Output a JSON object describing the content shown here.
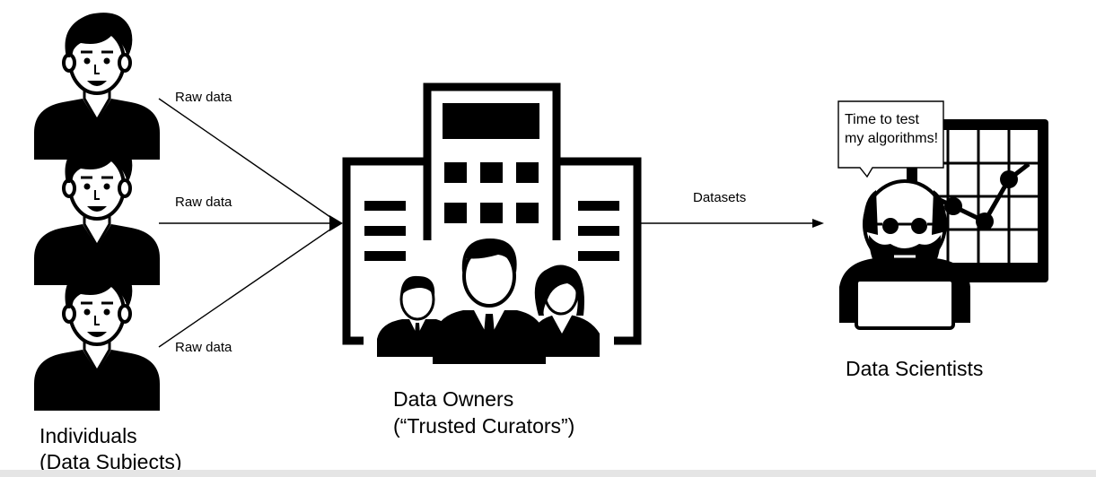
{
  "arrows": {
    "raw_data_top": "Raw data",
    "raw_data_middle": "Raw data",
    "raw_data_bottom": "Raw data",
    "datasets": "Datasets"
  },
  "individuals": {
    "label_line1": "Individuals",
    "label_line2": "(Data Subjects)"
  },
  "data_owners": {
    "label_line1": "Data Owners",
    "label_line2": "(“Trusted Curators”)"
  },
  "data_scientists": {
    "label": "Data Scientists",
    "speech": "Time to test my algorithms!"
  },
  "colors": {
    "ink": "#000000",
    "background": "#ffffff",
    "bottom_bar": "#e5e5e5"
  }
}
